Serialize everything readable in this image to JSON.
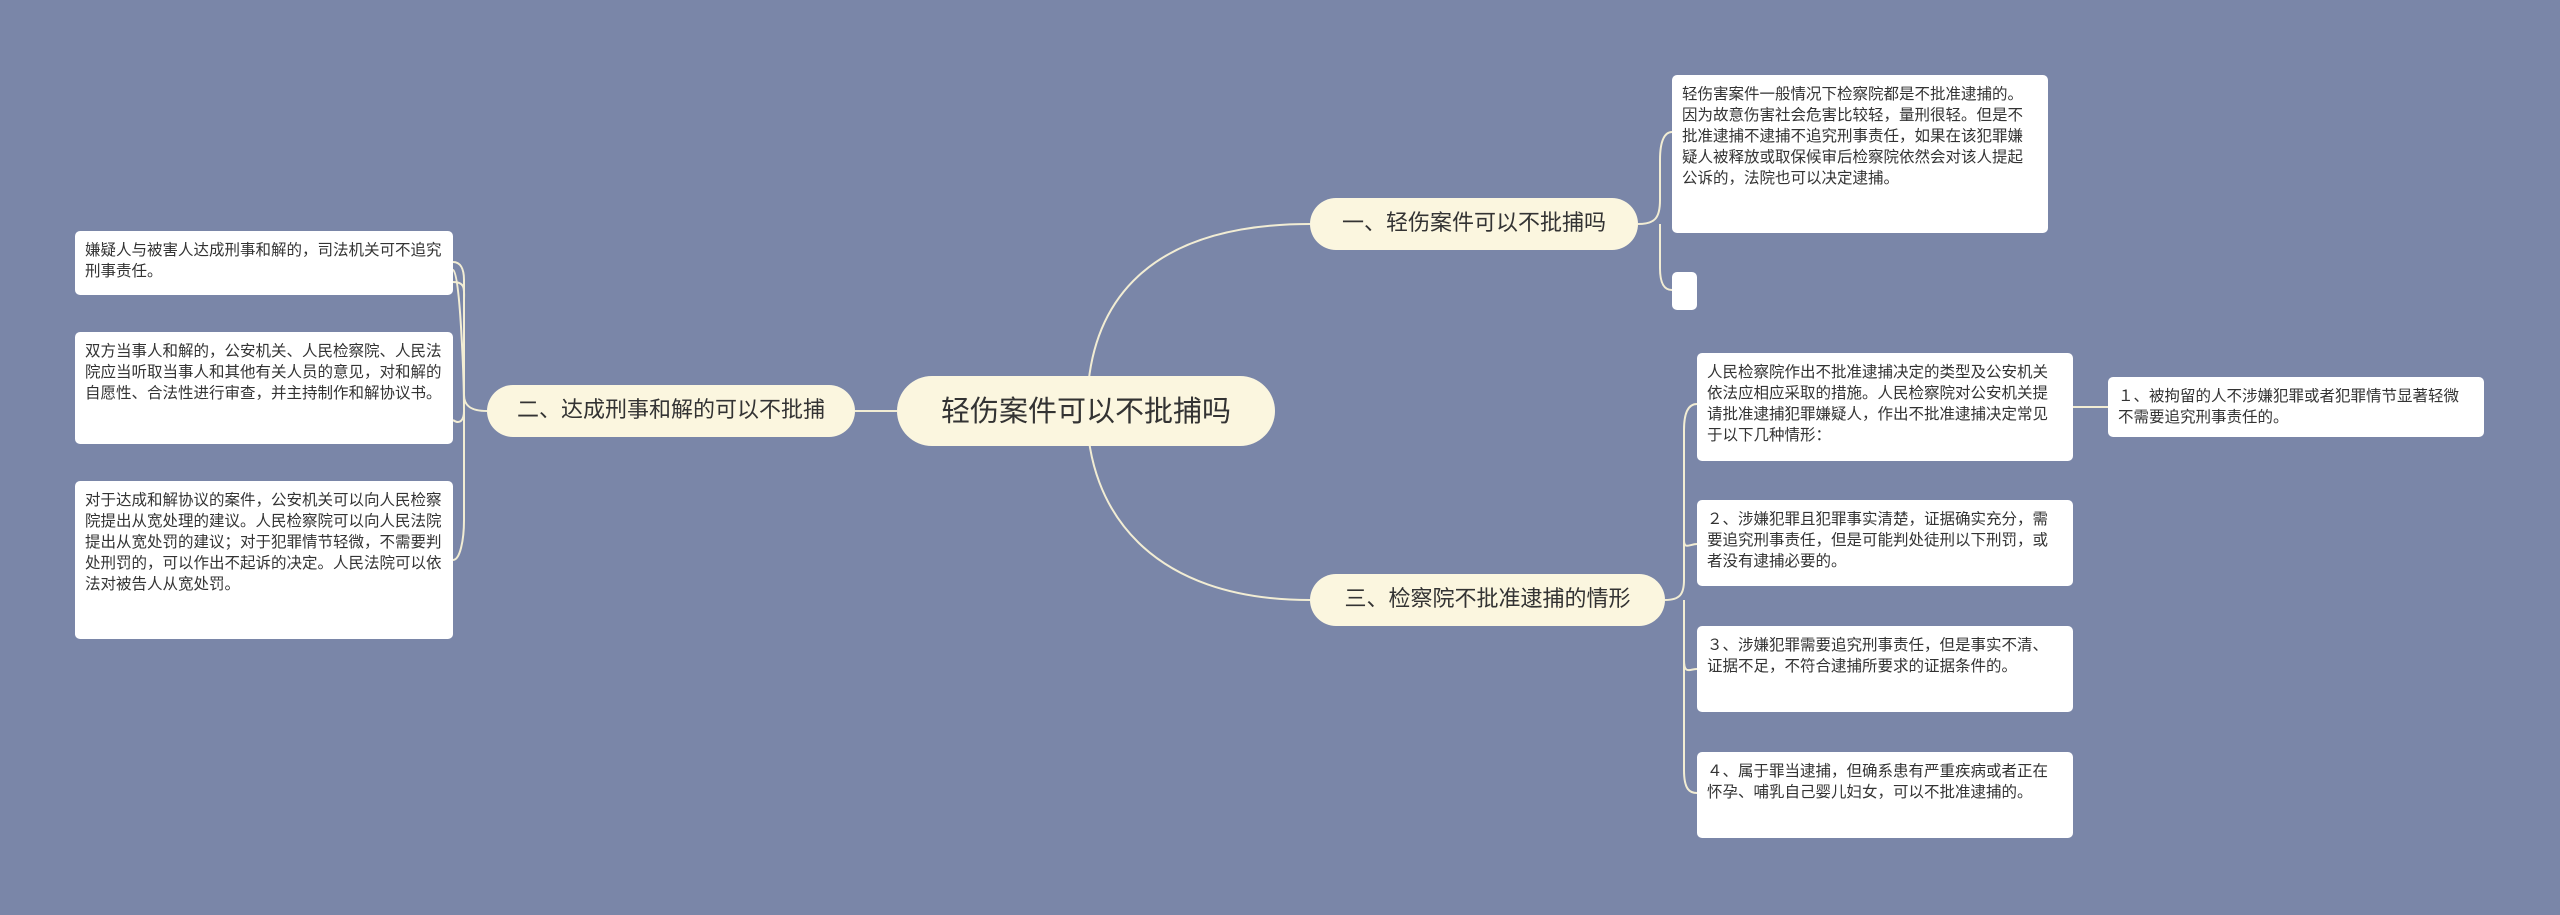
{
  "colors": {
    "background": "#7a86a8",
    "topic_fill": "#fbf6df",
    "leaf_fill": "#ffffff",
    "connector": "#f2edd4"
  },
  "central": "轻伤案件可以不批捕吗",
  "branches": {
    "b1": "一、轻伤案件可以不批捕吗",
    "b2": "二、达成刑事和解的可以不批捕",
    "b3": "三、检察院不批准逮捕的情形"
  },
  "leaves": {
    "b1_detail": "轻伤害案件一般情况下检察院都是不批准逮捕的。因为故意伤害社会危害比较轻，量刑很轻。但是不批准逮捕不逮捕不追究刑事责任，如果在该犯罪嫌疑人被释放或取保候审后检察院依然会对该人提起公诉的，法院也可以决定逮捕。",
    "b1_empty": "",
    "b2_1": "嫌疑人与被害人达成刑事和解的，司法机关可不追究刑事责任。",
    "b2_2": "双方当事人和解的，公安机关、人民检察院、人民法院应当听取当事人和其他有关人员的意见，对和解的自愿性、合法性进行审查，并主持制作和解协议书。",
    "b2_3": "对于达成和解协议的案件，公安机关可以向人民检察院提出从宽处理的建议。人民检察院可以向人民法院提出从宽处罚的建议；对于犯罪情节轻微，不需要判处刑罚的，可以作出不起诉的决定。人民法院可以依法对被告人从宽处罚。",
    "b3_intro": "人民检察院作出不批准逮捕决定的类型及公安机关依法应相应采取的措施。人民检察院对公安机关提请批准逮捕犯罪嫌疑人，作出不批准逮捕决定常见于以下几种情形：",
    "b3_1": "１、被拘留的人不涉嫌犯罪或者犯罪情节显著轻微不需要追究刑事责任的。",
    "b3_2": "２、涉嫌犯罪且犯罪事实清楚，证据确实充分，需要追究刑事责任，但是可能判处徒刑以下刑罚，或者没有逮捕必要的。",
    "b3_3": "３、涉嫌犯罪需要追究刑事责任，但是事实不清、证据不足，不符合逮捕所要求的证据条件的。",
    "b3_4": "４、属于罪当逮捕，但确系患有严重疾病或者正在怀孕、哺乳自己婴儿妇女，可以不批准逮捕的。"
  }
}
